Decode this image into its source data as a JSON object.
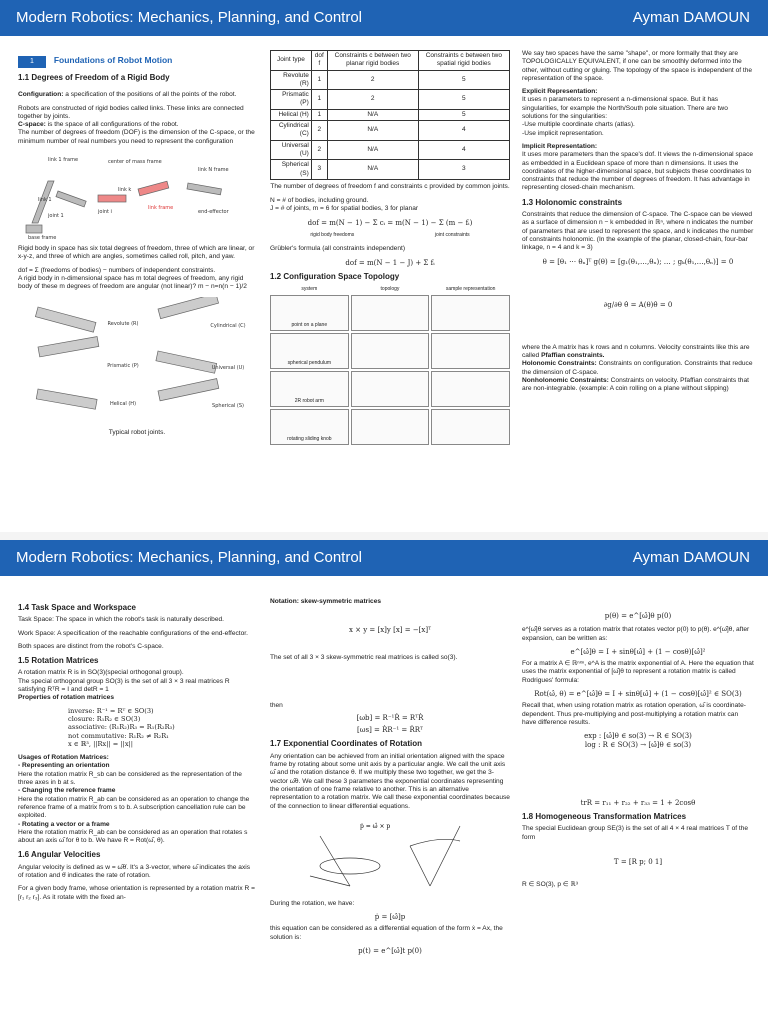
{
  "header": {
    "title": "Modern Robotics: Mechanics, Planning, and Control",
    "author": "Ayman DAMOUN"
  },
  "page1": {
    "col1": {
      "sec_num": "1",
      "sec_title": "Foundations of Robot Motion",
      "sub_title": "1.1  Degrees of Freedom of a Rigid Body",
      "config_label": "Configuration:",
      "config_text": " a specification of the positions of all the points of the robot.",
      "robots_text": "Robots are constructed of rigid bodies called links. These links are connected together by joints.",
      "cspace_label": "C-space:",
      "cspace_text": " is the space of all configurations of the robot.",
      "dof_text": "The number of degrees of freedom (DOF) is the dimension of the C-space, or the minimum number of real numbers you need to represent the configuration",
      "fig_labels": [
        "link 1 frame",
        "center of mass frame",
        "link N frame",
        "link 1",
        "link k",
        "link frame",
        "joint 1",
        "joint i",
        "end-effector",
        "base frame"
      ],
      "rigid_text": "Rigid body in space has six total degrees of freedom, three of which are linear, or x-y-z, and three of which are angles, sometimes called roll, pitch, and yaw.",
      "dof_sum": "dof = Σ (freedoms of bodies) − numbers of independent constraints.",
      "ndim_text": "A rigid body in n-dimensional space has m total degrees of freedom, any rigid body of these m degrees of freedom are angular (not linear)? m − n=n(n − 1)/2",
      "joints_labels": [
        "Revolute (R)",
        "Prismatic (P)",
        "Helical (H)",
        "Cylindrical (C)",
        "Universal (U)",
        "Spherical (S)"
      ],
      "joints_caption": "Typical robot joints."
    },
    "col2": {
      "table_headers": [
        "Joint type",
        "dof f",
        "Constraints c between two planar rigid bodies",
        "Constraints c between two spatial rigid bodies"
      ],
      "table_rows": [
        [
          "Revolute (R)",
          "1",
          "2",
          "5"
        ],
        [
          "Prismatic (P)",
          "1",
          "2",
          "5"
        ],
        [
          "Helical (H)",
          "1",
          "N/A",
          "5"
        ],
        [
          "Cylindrical (C)",
          "2",
          "N/A",
          "4"
        ],
        [
          "Universal (U)",
          "2",
          "N/A",
          "4"
        ],
        [
          "Spherical (S)",
          "3",
          "N/A",
          "3"
        ]
      ],
      "table_caption": "The number of degrees of freedom f and constraints c provided by common joints.",
      "n_def": "N = # of bodies, including ground.",
      "j_def": "J = # of joints, m = 6 for spatial bodies, 3 for planar",
      "dof_eq": "dof = m(N − 1) − Σ cᵢ = m(N − 1) − Σ (m − fᵢ)",
      "dof_eq_note1": "rigid body freedoms",
      "dof_eq_note2": "joint constraints",
      "grubler": "Grübler's formula (all constraints independent)",
      "grubler_eq": "dof = m(N − 1 − J) + Σ fᵢ",
      "sec12": "1.2  Configuration Space Topology",
      "topo_headers": [
        "system",
        "topology",
        "sample representation"
      ],
      "topo_rows": [
        "point on a plane",
        "spherical pendulum",
        "2R robot arm",
        "rotating sliding knob"
      ]
    },
    "col3": {
      "intro": "We say two spaces have the same \"shape\", or more formally that they are TOPOLOGICALLY EQUIVALENT, if one can be smoothly deformed into the other, without cutting or gluing. The topology of the space is independent of the representation of the space.",
      "explicit_title": "Explicit Representation:",
      "explicit_text": "It uses n parameters to represent a n-dimensional space. But it has singularities, for example the North/South pole situation. There are two solutions for the singularities:",
      "sol1": "-Use multiple coordinate charts (atlas).",
      "sol2": "-Use implicit representation.",
      "implicit_title": "Implicit Representation:",
      "implicit_text": "It uses more parameters than the space's dof. It views the n-dimensional space as embedded in a Euclidean space of more than n dimensions. It uses the coordinates of the higher-dimensional space, but subjects these coordinates to constraints that reduce the number of degrees of freedom. It has advantage in representing closed-chain mechanism.",
      "sec13": "1.3  Holonomic constraints",
      "holo_text": "Constraints that reduce the dimension of C-space. The C-space can be viewed as a surface of dimension n − k embedded in ℝⁿ, where n indicates the number of parameters that are used to represent the space, and k indicates the number of constraints holonomic. (In the example of the planar, closed-chain, four-bar linkage, n = 4 and k = 3)",
      "eq1": "θ = [θ₁ ⋯ θₙ]ᵀ  g(θ) = [g₁(θ₁,…,θₙ); … ; gₖ(θ₁,…,θₙ)] = 0",
      "eq2": "∂g/∂θ θ̇ = A(θ)θ̇ = 0",
      "matrix_text": "where the A matrix has k rows and n columns. Velocity constraints like this are called ",
      "pfaffian": "Pfaffian constraints.",
      "holo_label": "Holonomic Constraints:",
      "holo_def": " Constraints on configuration. Constraints that reduce the dimension of C-space.",
      "nonholo_label": "Nonholonomic Constraints:",
      "nonholo_def": " Constraints on velocity. Pfaffian constraints that are non-integrable. (example: A coin rolling on a plane without slipping)"
    }
  },
  "page2": {
    "col1": {
      "sec14": "1.4  Task Space and Workspace",
      "task": "Task Space: The space in which the robot's task is naturally described.",
      "work": "Work Space: A specification of the reachable configurations of the end-effector.",
      "both": "Both spaces are distinct from the robot's C-space.",
      "sec15": "1.5  Rotation Matrices",
      "rot1": "A rotation matrix R is in SO(3)(special orthogonal group).",
      "rot2": "The special orthogonal group SO(3) is the set of all 3 × 3 real matrices R satisfying RᵀR = I and detR = 1",
      "props": "Properties of rotation matrices",
      "prop_lines": [
        "inverse: R⁻¹ = Rᵀ ∈ SO(3)",
        "closure: R₁R₂ ∈ SO(3)",
        "associative: (R₁R₂)R₃ = R₁(R₂R₃)",
        "not commutative: R₁R₂ ≠ R₂R₁",
        "x ∈ ℝ³, ||Rx|| = ||x||"
      ],
      "usages": "Usages of Rotation Matrices:",
      "u1": "- Representing an orientation",
      "u1t": "Here the rotation matrix R_sb can be considered as the representation of the three axes in b at s.",
      "u2": "- Changing the reference frame",
      "u2t": "Here the rotation matrix R_ab can be considered as an operation to change the reference frame of a matrix from s to b. A subscription cancellation rule can be exploited.",
      "u3": "- Rotating a vector or a frame",
      "u3t": "Here the rotation matrix R_ab can be considered as an operation that rotates s about an axis ω̂ for θ to b. We have R = Rot(ω̂, θ).",
      "sec16": "1.6  Angular Velocities",
      "ang": "Angular velocity is defined as w = ω̂θ̇. It's a 3-vector, where ω̂ indicates the axis of rotation and θ̇ indicates the rate of rotation.",
      "ang2": "For a given body frame, whose orientation is represented by a rotation matrix R = [r₁ r₂ r₃]. As it rotate with the fixed an-"
    },
    "col2": {
      "notation": "Notation: skew-symmetric matrices",
      "skew_eq": "x × y = [x]y     [x] = −[x]ᵀ",
      "set_text": "The set of all 3 × 3 skew-symmetric real matrices is called so(3).",
      "then": "then",
      "eq_then1": "[ωb] = R⁻¹Ṙ = RᵀṘ",
      "eq_then2": "[ωs] = ṘR⁻¹ = ṘRᵀ",
      "sec17": "1.7  Exponential Coordinates of Rotation",
      "exp_text": "Any orientation can be achieved from an initial orientation aligned with the space frame by rotating about some unit axis by a particular angle. We call the unit axis ω̂ and the rotation distance θ. If we multiply these two together, we get the 3-vector ω̂θ. We call these 3 parameters the exponential coordinates representing the orientation of one frame relative to another. This is an alternative representation to a rotation matrix. We call these exponential coordinates because of the connection to linear differential equations.",
      "fig_eq": "ṗ = ω̂ × p",
      "during": "During the rotation, we have:",
      "eq_p": "ṗ = [ω̂]p",
      "diff_text": "this equation can be considered as a differential equation of the form ẋ = Ax, the solution is:",
      "sol": "p(t) = e^[ω̂]t p(0)"
    },
    "col3": {
      "eq_top": "p(θ) = e^[ω̂]θ p(0)",
      "exp_serves": "e^[ω̂]θ serves as a rotation matrix that rotates vector p(0) to p(θ). e^[ω̂]θ, after expansion, can be written as:",
      "rod_eq": "e^[ω̂]θ = I + sinθ[ω̂] + (1 − cosθ)[ω̂]²",
      "matrix_exp": "For a matrix A ∈ ℝⁿˣⁿ, e^A is the matrix exponential of A. Here the equation that uses the matrix exponential of [ω̂]θ to represent a rotation matrix is called Rodrigues' formula:",
      "rot_eq": "Rot(ω̂, θ) = e^[ω̂]θ = I + sinθ[ω̂] + (1 − cosθ)[ω̂]² ∈ SO(3)",
      "recall": "Recall that, when using rotation matrix as rotation operation, ω̂ is coordinate-dependent. Thus pre-multiplying and post-multiplying a rotation matrix can have difference results.",
      "exp_map": "exp : [ω̂]θ ∈ so(3) → R ∈ SO(3)",
      "log_map": "log : R ∈ SO(3) → [ω̂]θ ∈ so(3)",
      "trace": "trR = r₁₁ + r₂₂ + r₃₃ = 1 + 2cosθ",
      "sec18": "1.8  Homogeneous Transformation Matrices",
      "se3": "The special Euclidean group SE(3) is the set of all 4 × 4 real matrices T of the form",
      "t_eq": "T = [R p; 0 1]",
      "t_cond": "R ∈ SO(3), p ∈ ℝ³"
    }
  }
}
